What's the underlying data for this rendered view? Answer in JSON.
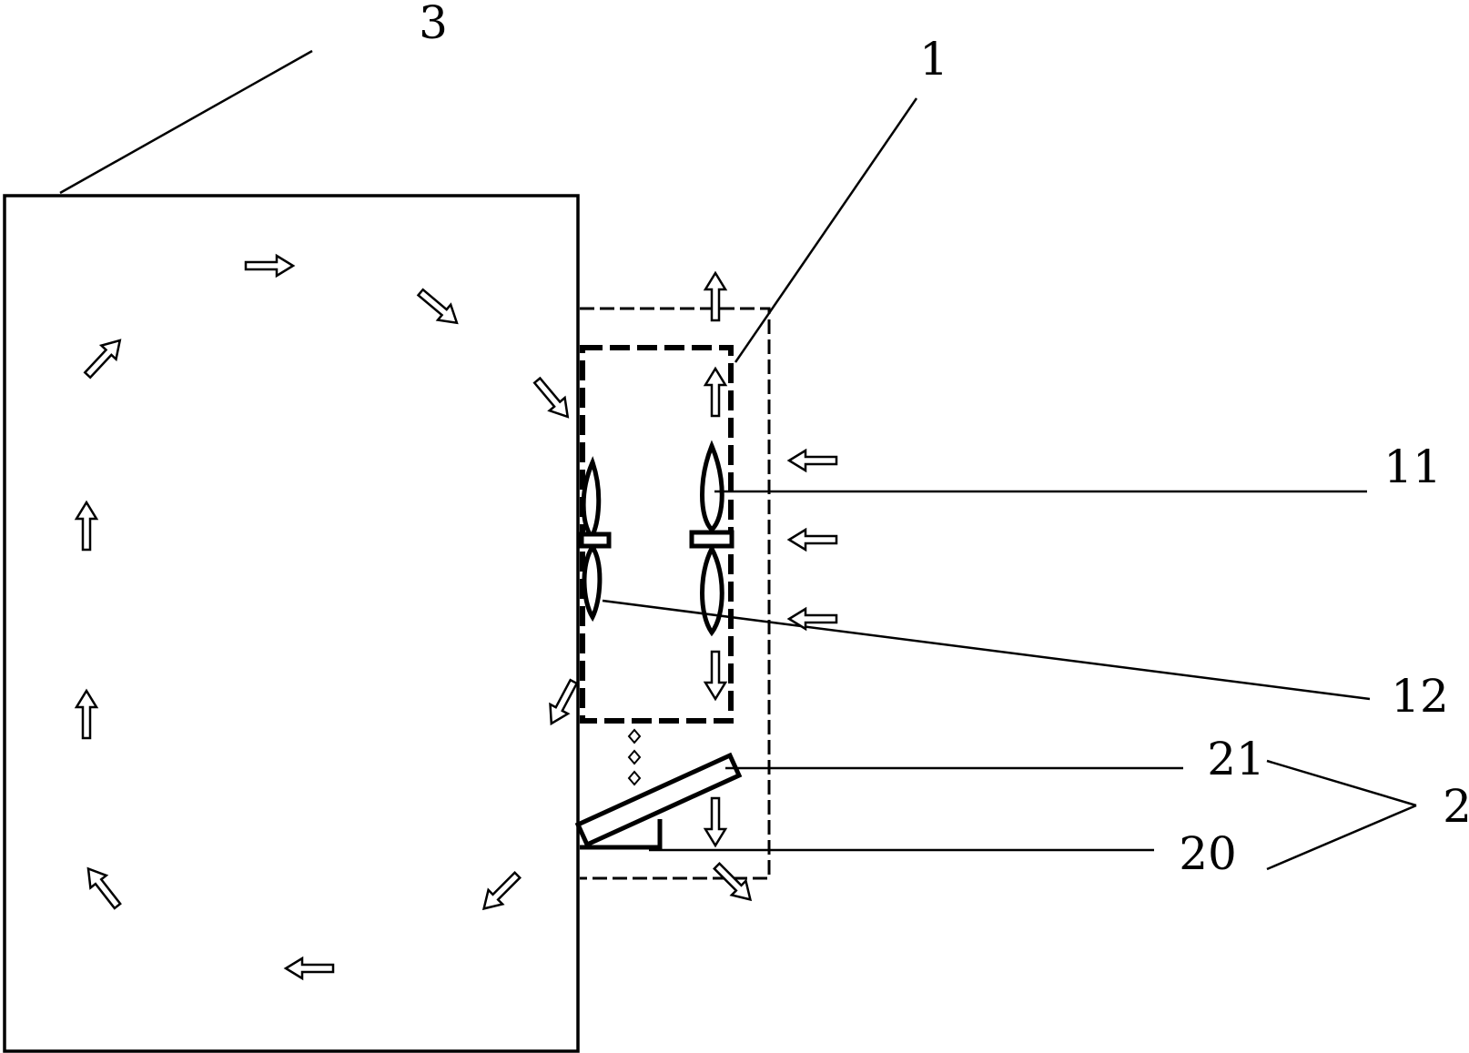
{
  "labels": {
    "cabinet": "3",
    "unit": "1",
    "fan_outer": "11",
    "fan_inner": "12",
    "plate": "21",
    "base": "20",
    "assembly": "2"
  },
  "colors": {
    "line": "#000000",
    "background": "#ffffff"
  }
}
